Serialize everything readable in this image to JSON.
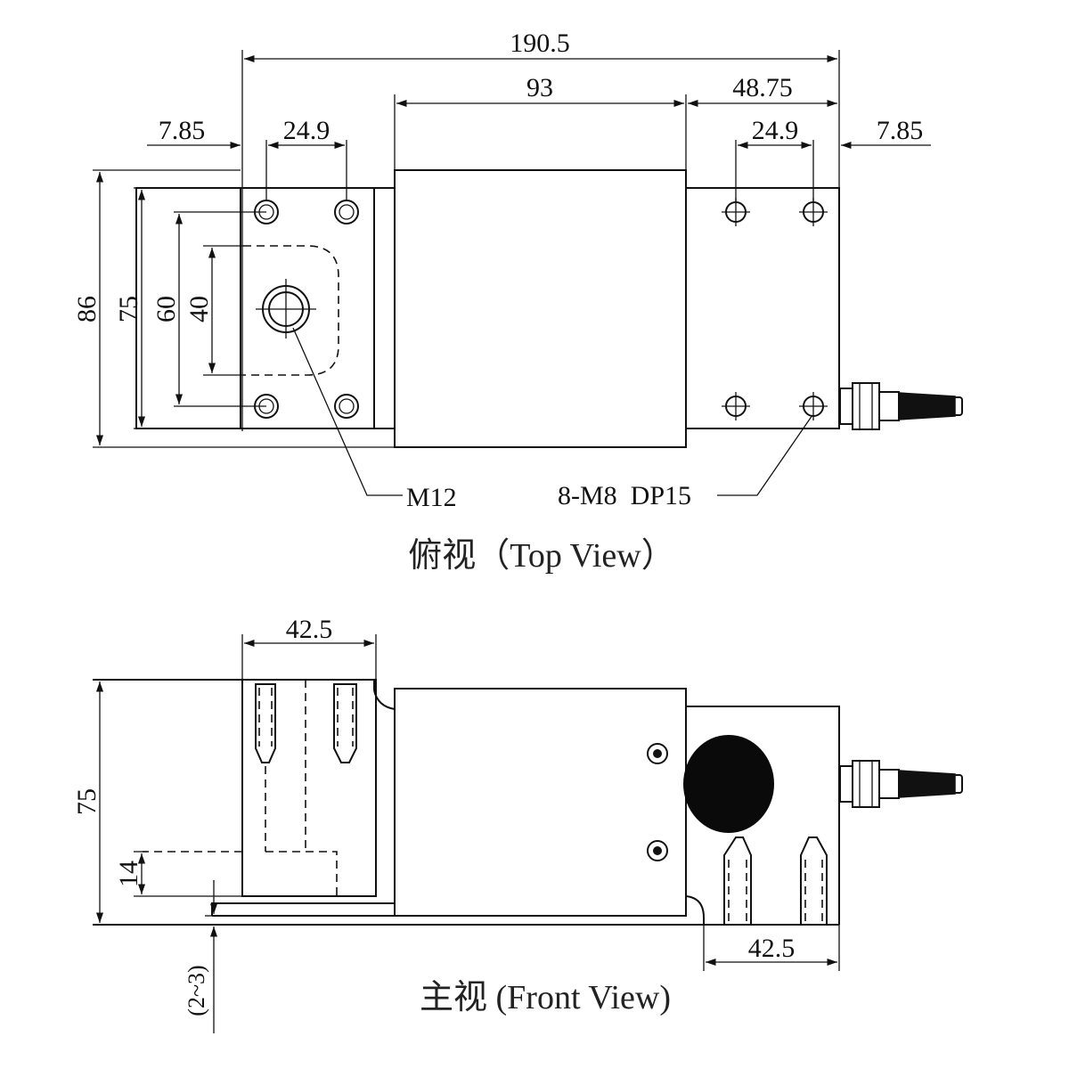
{
  "top_view": {
    "dims": {
      "overall_length": "190.5",
      "center_block": "93",
      "right_section": "48.75",
      "left_edge_offset": "7.85",
      "left_hole_spacing": "24.9",
      "right_hole_spacing": "24.9",
      "right_edge_offset": "7.85",
      "height_86": "86",
      "height_75": "75",
      "height_60": "60",
      "height_40": "40"
    },
    "callouts": {
      "center_thread": "M12",
      "mount_holes": "8-M8  DP15"
    },
    "caption": "俯视（Top View）"
  },
  "front_view": {
    "dims": {
      "left_foot": "42.5",
      "right_foot": "42.5",
      "height": "75",
      "step": "14",
      "gap": "(2~3)"
    },
    "caption": "主视 (Front View)"
  },
  "colors": {
    "line": "#111111",
    "paint": "#ffffff",
    "knob": "#0a0a0a"
  }
}
